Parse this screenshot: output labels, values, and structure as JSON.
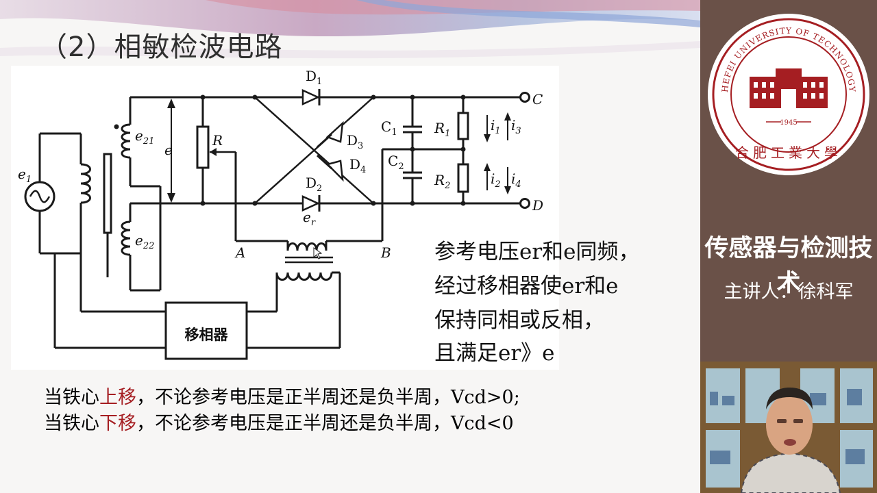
{
  "slide": {
    "title": "（2）相敏检波电路",
    "note_lines": [
      "参考电压er和e同频，",
      "经过移相器使er和e",
      "保持同相或反相，",
      "且满足er》e"
    ],
    "bottom_line1": {
      "pre": "当铁心",
      "highlight": "上移",
      "post": "，不论参考电压是正半周还是负半周，Vcd>0;"
    },
    "bottom_line2": {
      "pre": "当铁心",
      "highlight": "下移",
      "post": "，不论参考电压是正半周还是负半周，Vcd<0"
    },
    "highlight_color": "#a51e22"
  },
  "diagram": {
    "labels": {
      "e1": "e",
      "e1_sub": "1",
      "e21": "e",
      "e21_sub": "21",
      "e22": "e",
      "e22_sub": "22",
      "e": "e",
      "R": "R",
      "D1": "D",
      "D1_sub": "1",
      "D2": "D",
      "D2_sub": "2",
      "D3": "D",
      "D3_sub": "3",
      "D4": "D",
      "D4_sub": "4",
      "er": "e",
      "er_sub": "r",
      "A": "A",
      "B": "B",
      "C": "C",
      "D": "D",
      "C1": "C",
      "C1_sub": "1",
      "C2": "C",
      "C2_sub": "2",
      "R1": "R",
      "R1_sub": "1",
      "R2": "R",
      "R2_sub": "2",
      "i1": "i",
      "i1_sub": "1",
      "i3": "i",
      "i3_sub": "3",
      "i2": "i",
      "i2_sub": "2",
      "i4": "i",
      "i4_sub": "4",
      "phase_shifter": "移相器"
    }
  },
  "sidebar": {
    "logo_top_text": "HEFEI UNIVERSITY OF TECHNOLOGY",
    "logo_year": "1945",
    "logo_bottom_text": "合肥工業大學",
    "course_title": "传感器与检测技术",
    "lecturer": "主讲人：徐科军"
  },
  "colors": {
    "logo_red": "#a51e22",
    "sidebar_bg": "#6a5148",
    "slide_bg": "#f7f6f5"
  }
}
